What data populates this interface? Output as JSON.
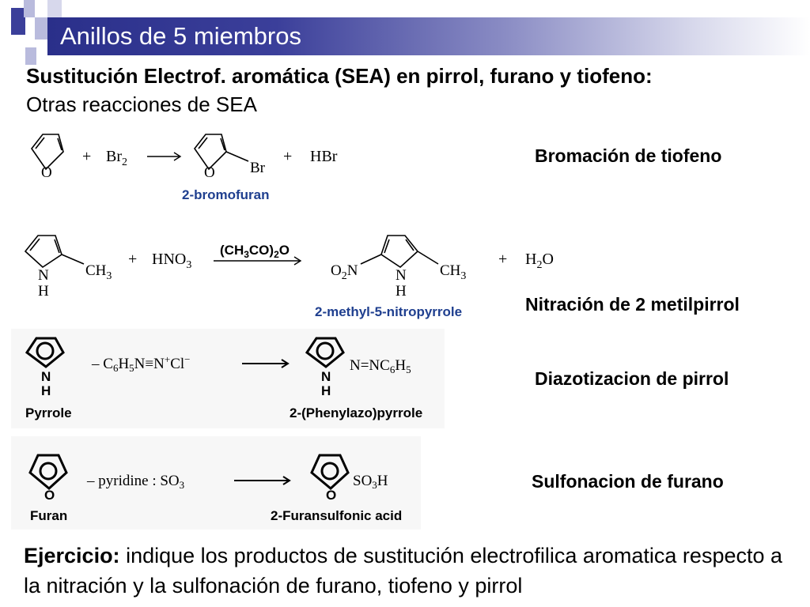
{
  "slide": {
    "title": "Anillos de 5 miembros",
    "subtitle_bold": "Sustitución Electrof. aromática (SEA) en pirrol, furano y tiofeno:",
    "subtitle_plain": "Otras reacciones de SEA"
  },
  "reactions": [
    {
      "label": "Bromación de tiofeno",
      "ring_heteroatom": "O",
      "plus1": "+",
      "reagent": "Br",
      "reagent_sub": "2",
      "product_substituent": "Br",
      "plus2": "+",
      "byproduct": "HBr",
      "product_name": "2-bromofuran"
    },
    {
      "label": "Nitración de 2 metilpirrol",
      "ring_heteroatom": "N",
      "ring_h": "H",
      "substituent": "CH",
      "substituent_sub": "3",
      "plus1": "+",
      "reagent": "HNO",
      "reagent_sub": "3",
      "conditions": "(CH3CO)2O",
      "product_left": "O2N",
      "plus2": "+",
      "byproduct": "H2O",
      "product_name": "2-methyl-5-nitropyrrole"
    },
    {
      "label": "Diazotizacion de pirrol",
      "ring_heteroatom": "N",
      "ring_h": "H",
      "reagent": "C6H5N≡N+Cl−",
      "product_substituent": "N=NC6H5",
      "start_name": "Pyrrole",
      "product_name": "2-(Phenylazo)pyrrole"
    },
    {
      "label": "Sulfonacion de furano",
      "ring_heteroatom": "O",
      "reagent": "pyridine : SO3",
      "product_substituent": "SO3H",
      "start_name": "Furan",
      "product_name": "2-Furansulfonic acid"
    }
  ],
  "exercise": {
    "lead": "Ejercicio:",
    "text": " indique los productos de sustitución electrofilica aromatica respecto a la nitración y la sulfonación de furano, tiofeno y pirrol"
  },
  "colors": {
    "title_bar_start": "#2a2f8a",
    "decoration_squares": "#3b3f9a",
    "decoration_light": "#b9bbdd",
    "product_name_blue": "#1f3f8f"
  }
}
